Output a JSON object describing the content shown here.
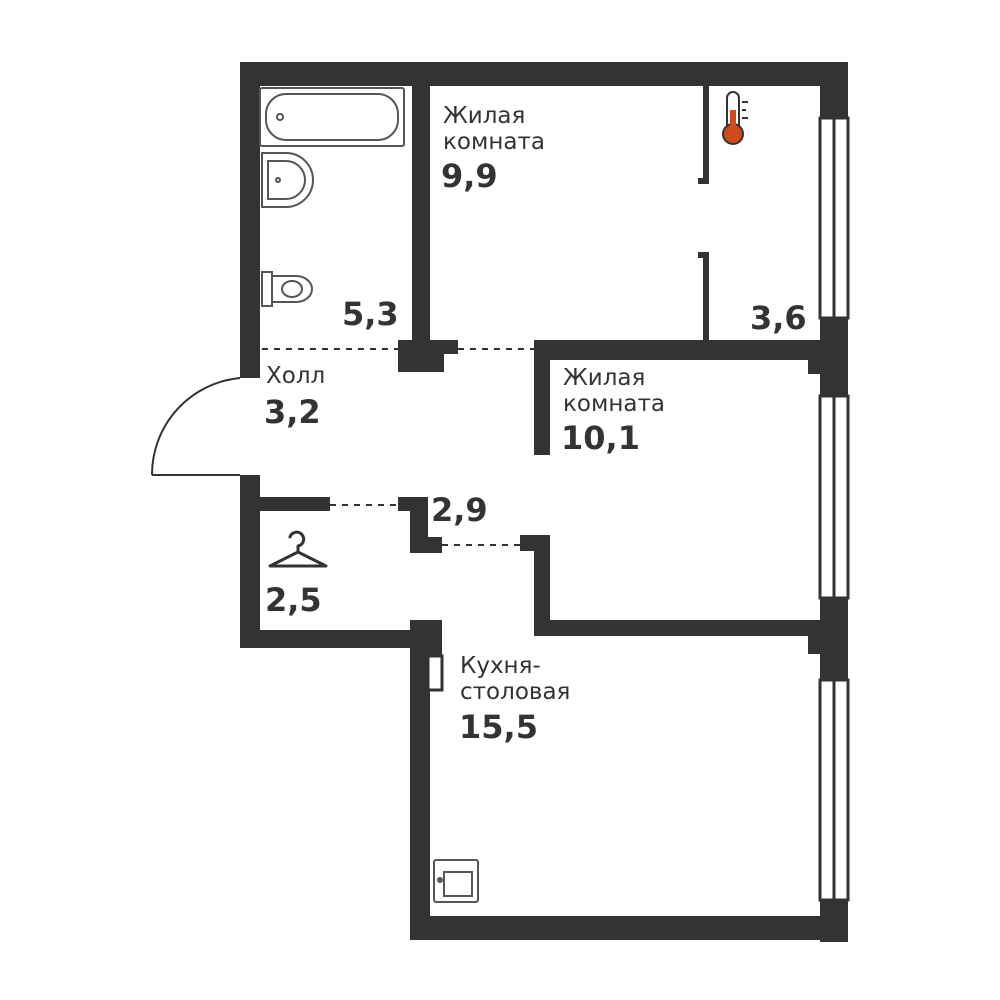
{
  "colors": {
    "wall": "#333333",
    "fixture": "#555555",
    "background": "#ffffff",
    "thermo_accent": "#d04a1a"
  },
  "rooms": {
    "bathroom": {
      "area": "5,3"
    },
    "living_room_1": {
      "name_line1": "Жилая",
      "name_line2": "комната",
      "area": "9,9"
    },
    "closet_room": {
      "area": "3,6",
      "icon": "thermometer-icon"
    },
    "hall": {
      "name": "Холл",
      "area": "3,2"
    },
    "living_room_2": {
      "name_line1": "Жилая",
      "name_line2": "комната",
      "area": "10,1"
    },
    "corridor": {
      "area": "2,9"
    },
    "wardrobe": {
      "area": "2,5",
      "icon": "hanger-icon"
    },
    "kitchen": {
      "name_line1": "Кухня-",
      "name_line2": "столовая",
      "area": "15,5",
      "icon": "stove-icon"
    }
  }
}
